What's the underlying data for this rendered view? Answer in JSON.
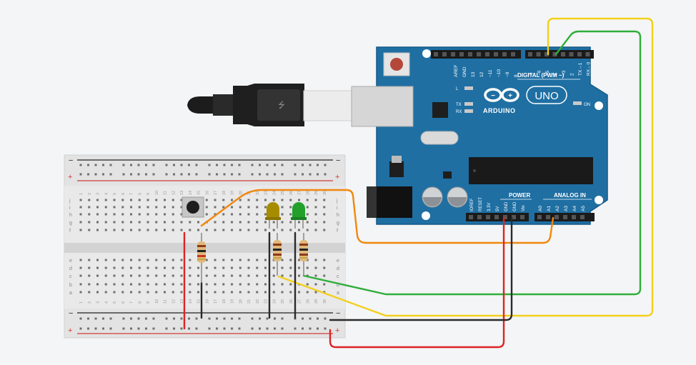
{
  "board": {
    "brand": "ARDUINO",
    "model": "UNO",
    "digital_header": "DIGITAL (PWM ~)",
    "power_header": "POWER",
    "analog_header": "ANALOG IN",
    "power_pins": [
      "IOREF",
      "RESET",
      "3.3V",
      "5V",
      "GND",
      "GND",
      "Vin"
    ],
    "analog_pins": [
      "A0",
      "A1",
      "A2",
      "A3",
      "A4",
      "A5"
    ],
    "digital_pins_left": [
      "AREF",
      "GND",
      "13",
      "12",
      "~11",
      "~10",
      "~9",
      "8"
    ],
    "digital_pins_right": [
      "7",
      "~6",
      "~5",
      "4",
      "~3",
      "2",
      "TX→1",
      "RX←0"
    ],
    "led_labels": [
      "L",
      "TX",
      "RX"
    ],
    "on_label": "ON"
  },
  "breadboard": {
    "row_letters_top": [
      "j",
      "i",
      "h",
      "g",
      "f"
    ],
    "row_letters_bottom": [
      "e",
      "d",
      "c",
      "b",
      "a"
    ],
    "column_numbers": [
      "1",
      "2",
      "3",
      "4",
      "5",
      "6",
      "7",
      "8",
      "9",
      "10",
      "11",
      "12",
      "13",
      "14",
      "15",
      "16",
      "17",
      "18",
      "19",
      "20",
      "21",
      "22",
      "23",
      "24",
      "25",
      "26",
      "27",
      "28",
      "29",
      "30"
    ],
    "rail_plus": "+",
    "rail_minus": "−"
  },
  "components": {
    "led1_color": "#a68d00",
    "led2_color": "#22a02a",
    "wire_colors": {
      "orange": "#f0880f",
      "yellow": "#f3cf1c",
      "green": "#2fae3a",
      "red": "#dc2323",
      "black": "#2a2a2a"
    }
  }
}
